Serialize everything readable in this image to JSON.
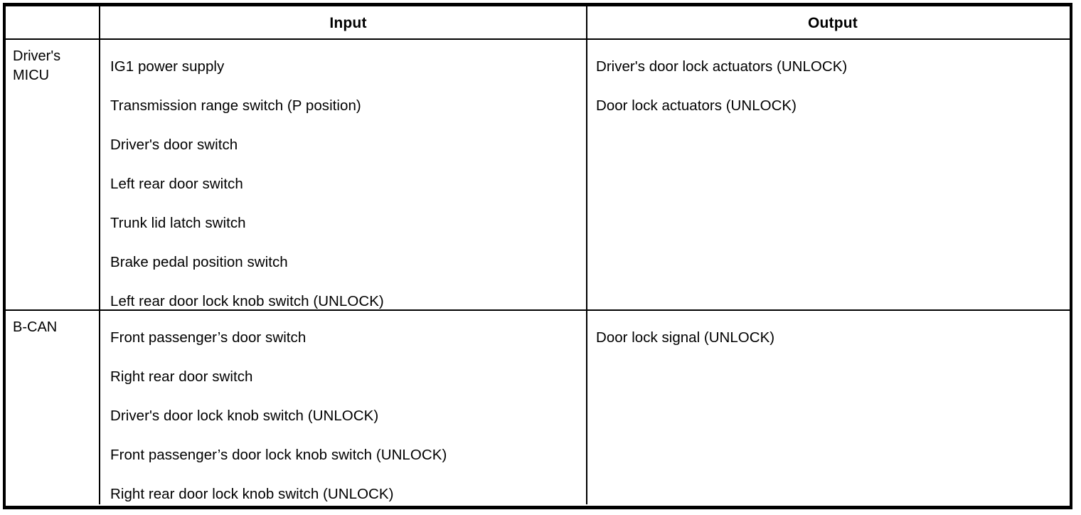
{
  "table": {
    "columns": {
      "system_label": "",
      "input": "Input",
      "output": "Output"
    },
    "rows": [
      {
        "system": "Driver's\nMICU",
        "inputs": [
          "IG1 power supply",
          "Transmission range switch (P position)",
          "Driver's door switch",
          "Left rear door switch",
          "Trunk lid latch switch",
          "Brake pedal position switch",
          "Left rear door lock knob switch (UNLOCK)"
        ],
        "outputs": [
          "Driver's door lock actuators (UNLOCK)",
          "Door lock actuators (UNLOCK)"
        ]
      },
      {
        "system": "B-CAN",
        "inputs": [
          "Front passenger’s door switch",
          "Right rear door switch",
          "Driver's door lock knob switch (UNLOCK)",
          "Front passenger’s door lock knob switch (UNLOCK)",
          "Right rear door lock knob switch (UNLOCK)"
        ],
        "outputs": [
          "Door lock signal (UNLOCK)"
        ]
      }
    ]
  },
  "colors": {
    "border": "#000000",
    "text": "#000000",
    "background": "#ffffff"
  }
}
